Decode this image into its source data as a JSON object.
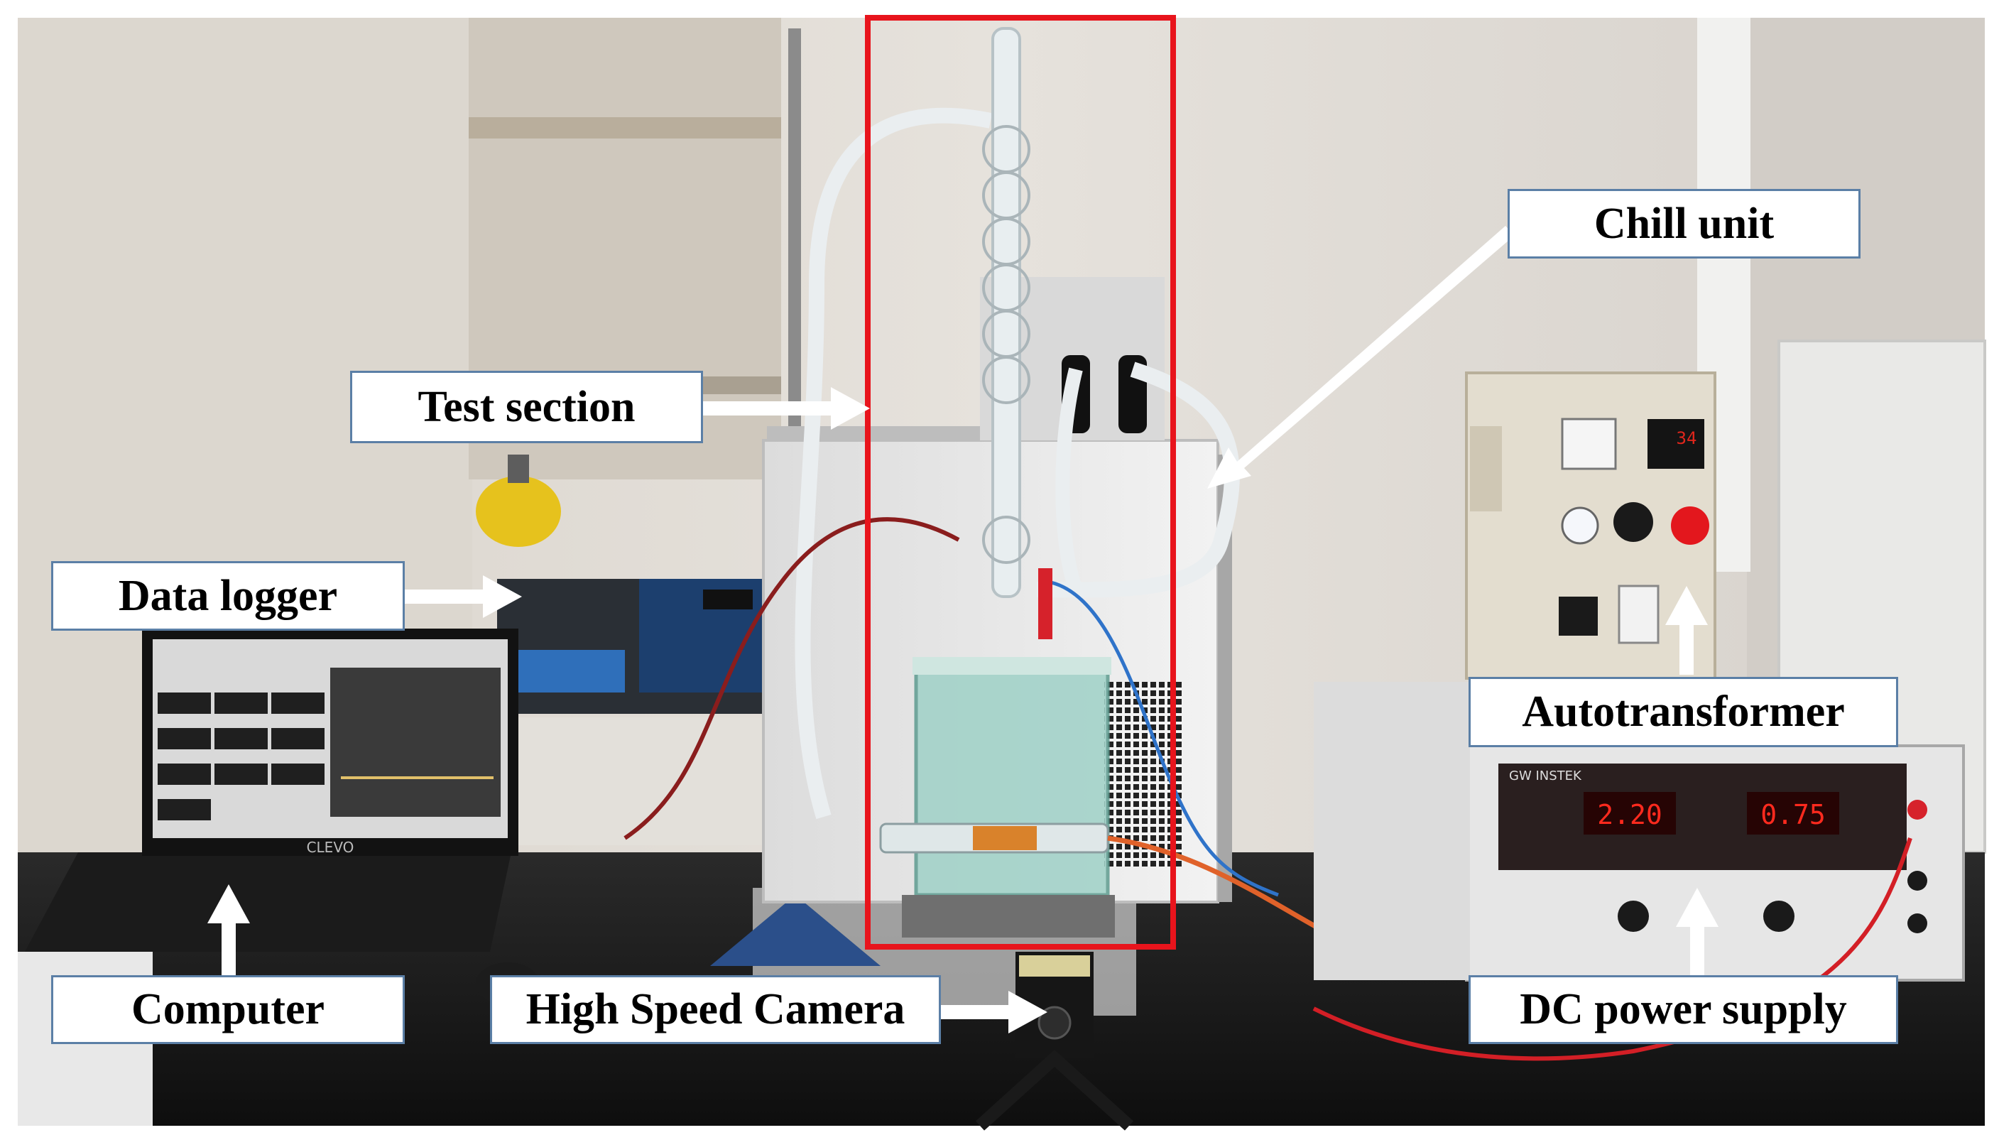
{
  "labels": {
    "test_section": "Test section",
    "chill_unit": "Chill unit",
    "data_logger": "Data logger",
    "autotransformer": "Autotransformer",
    "computer": "Computer",
    "high_speed_camera": "High Speed Camera",
    "dc_power_supply": "DC power supply"
  },
  "device_text": {
    "laptop_brand": "CLEVO",
    "psu_brand": "GW INSTEK",
    "psu_display_left": "2.20",
    "psu_display_right": "0.75",
    "controller_display": "34"
  },
  "colors": {
    "highlight_box": "#e8141c",
    "label_border": "#5b7fa6",
    "arrow": "#ffffff"
  }
}
